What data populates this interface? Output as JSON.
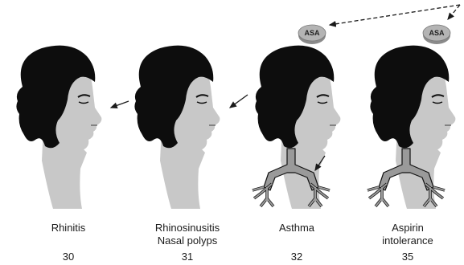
{
  "stages": [
    {
      "label": "Rhinitis",
      "sublabel": "",
      "age": "30"
    },
    {
      "label": "Rhinosinusitis",
      "sublabel": "Nasal polyps",
      "age": "31"
    },
    {
      "label": "Asthma",
      "sublabel": "",
      "age": "32"
    },
    {
      "label": "Aspirin",
      "sublabel": "intolerance",
      "age": "35"
    }
  ],
  "pill_label": "ASA",
  "colors": {
    "hair": "#0d0d0d",
    "skin": "#c8c8c8",
    "lung": "#9a9a9a",
    "pill": "#b4b4b4",
    "arrow": "#1a1a1a"
  }
}
